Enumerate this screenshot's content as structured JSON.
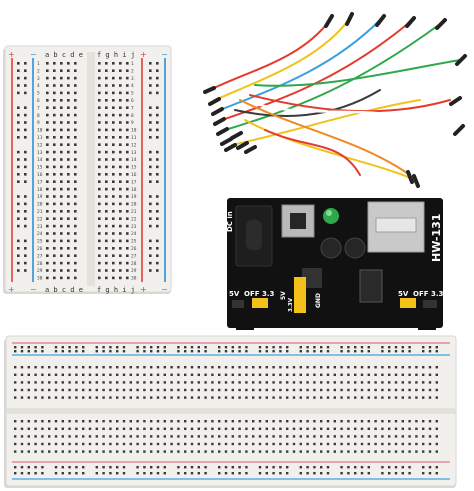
{
  "colors": {
    "board_body": "#f1f0ed",
    "board_shadow": "#d9d8d4",
    "hole": "#3a3a3a",
    "rail_red": "#e0403a",
    "rail_blue": "#2f8fd6",
    "pcb": "#111111",
    "jumper_yellow": "#f2c21b",
    "usb_silver": "#c9c9c9",
    "led_green": "#2ea84a"
  },
  "half_breadboard": {
    "top_letters_left": "a b c d e",
    "top_letters_right": "f g h i j",
    "bottom_letters_left": "a b c d e",
    "bottom_letters_right": "f g h i j",
    "plus_sign": "+",
    "minus_sign": "−",
    "row_count": 30
  },
  "power_module": {
    "model": "HW-131",
    "dc_label": "DC in",
    "label_5v": "5V",
    "label_off": "OFF",
    "label_33": "3.3",
    "label_gnd": "GND",
    "label_5v_right": "5V",
    "label_off_right": "OFF",
    "label_33_right": "3.3",
    "pin_label_5v": "5V",
    "pin_label_33": "3.3V",
    "pin_label_gnd": "GND"
  },
  "jumper_wires": {
    "colors": [
      "#e33b2e",
      "#f2c21b",
      "#3aa0e0",
      "#3a3a3a",
      "#ffffff",
      "#2ea84a",
      "#f08a24"
    ]
  }
}
